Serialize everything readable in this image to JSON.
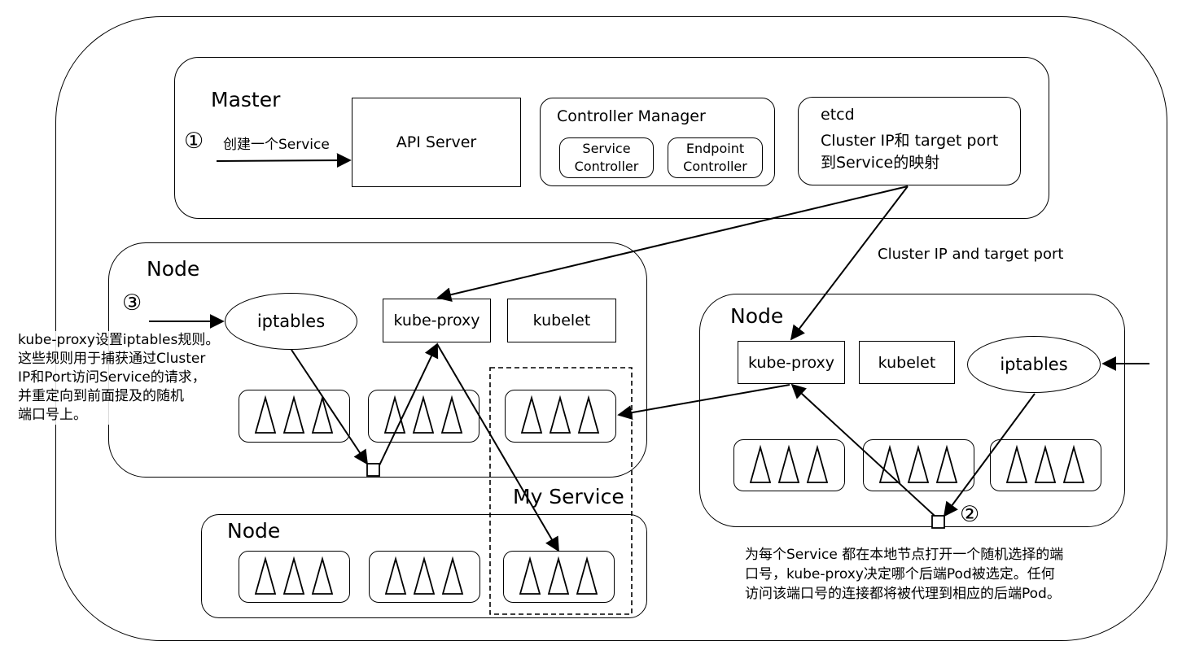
{
  "master": {
    "title": "Master",
    "step1_marker": "①",
    "step1_text": "创建一个Service",
    "api_server": "API Server",
    "controller_manager": {
      "title": "Controller Manager",
      "service_controller": [
        "Service",
        "Controller"
      ],
      "endpoint_controller": [
        "Endpoint",
        "Controller"
      ]
    },
    "etcd": {
      "title": "etcd",
      "line1": "Cluster IP和 target port",
      "line2": "到Service的映射"
    }
  },
  "edge_label": "Cluster IP and target port",
  "node_left": {
    "title": "Node",
    "step3_marker": "③",
    "iptables": "iptables",
    "kube_proxy": "kube-proxy",
    "kubelet": "kubelet"
  },
  "node_right": {
    "title": "Node",
    "kube_proxy": "kube-proxy",
    "kubelet": "kubelet",
    "iptables": "iptables",
    "step2_marker": "②"
  },
  "node_bottom": {
    "title": "Node"
  },
  "my_service": "My Service",
  "note_left": [
    "kube-proxy设置iptables规则。",
    "这些规则用于捕获通过Cluster",
    "IP和Port访问Service的请求，",
    "并重定向到前面提及的随机",
    "端口号上。"
  ],
  "note_right": [
    "为每个Service 都在本地节点打开一个随机选择的端",
    "口号，kube-proxy决定哪个后端Pod被选定。任何",
    "访问该端口号的连接都将被代理到相应的后端Pod。"
  ]
}
